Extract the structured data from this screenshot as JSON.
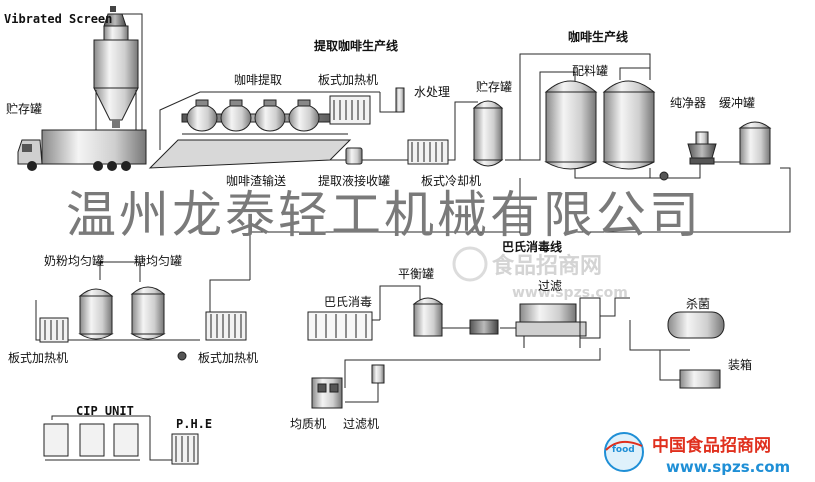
{
  "diagram": {
    "labels": {
      "vibrated_screen": "Vibrated Screen",
      "storage_tank_1": "贮存罐",
      "coffee_extraction_line": "提取咖啡生产线",
      "coffee_production_line": "咖啡生产线",
      "coffee_extraction": "咖啡提取",
      "plate_heating_tank": "板式加热机",
      "water_treatment": "水处理",
      "storage_tank_2": "贮存罐",
      "batching_tank": "配料罐",
      "purifier": "纯净器",
      "buffer_tank": "缓冲罐",
      "residue_conveying": "咖啡渣输送",
      "extract_receiving_tank": "提取液接收罐",
      "plate_cooler": "板式冷却机",
      "milk_powder_mixing_tank": "奶粉均匀罐",
      "sugar_mixing_tank": "糖均匀罐",
      "plate_heater_left": "板式加热机",
      "plate_heater_right": "板式加热机",
      "pasteurization_line": "巴氏消毒线",
      "pasteurization": "巴氏消毒",
      "balance_tank": "平衡罐",
      "filtering": "过滤",
      "sterilization": "杀菌",
      "packing": "装箱",
      "homogenizer": "均质机",
      "filter": "过滤机",
      "cip_unit": "CIP UNIT",
      "phe": "P.H.E"
    },
    "watermark": {
      "company": "温州龙泰轻工机械有限公司",
      "site_cn": "食品招商网",
      "site_url": "www.spzs.com"
    },
    "logo": {
      "badge": "food",
      "name": "中国食品招商网",
      "url": "www.spzs.com"
    },
    "colors": {
      "line": "#2a2a2a",
      "watermark": "#7a7a7a",
      "logo_red": "#e0301e",
      "logo_blue": "#1f8fd6"
    }
  }
}
